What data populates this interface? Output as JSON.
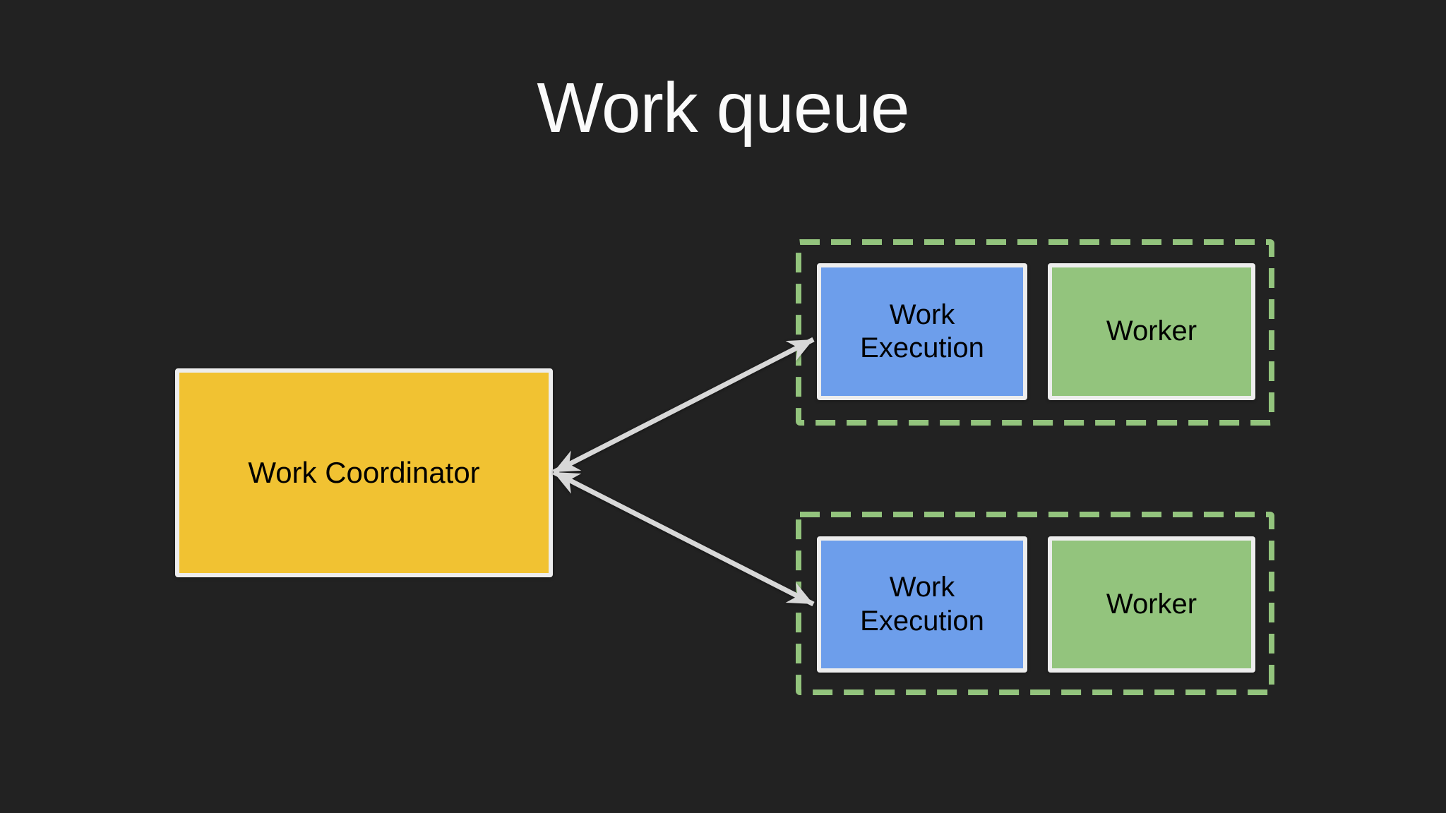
{
  "title": "Work queue",
  "colors": {
    "background": "#222222",
    "title_text": "#FAFAFA",
    "coordinator_fill": "#F1C232",
    "execution_fill": "#6D9EEB",
    "worker_fill": "#93C47D",
    "group_dash": "#93C47D",
    "box_border": "#EDEDED",
    "box_text": "#000000",
    "arrow": "#D8D8D8"
  },
  "diagram": {
    "coordinator": {
      "label": "Work Coordinator"
    },
    "groups": [
      {
        "execution_label": "Work Execution",
        "worker_label": "Worker"
      },
      {
        "execution_label": "Work Execution",
        "worker_label": "Worker"
      }
    ],
    "connections": [
      {
        "from": "work-coordinator",
        "to": "work-execution-1",
        "type": "double-headed-arrow"
      },
      {
        "from": "work-coordinator",
        "to": "work-execution-2",
        "type": "double-headed-arrow"
      }
    ]
  }
}
